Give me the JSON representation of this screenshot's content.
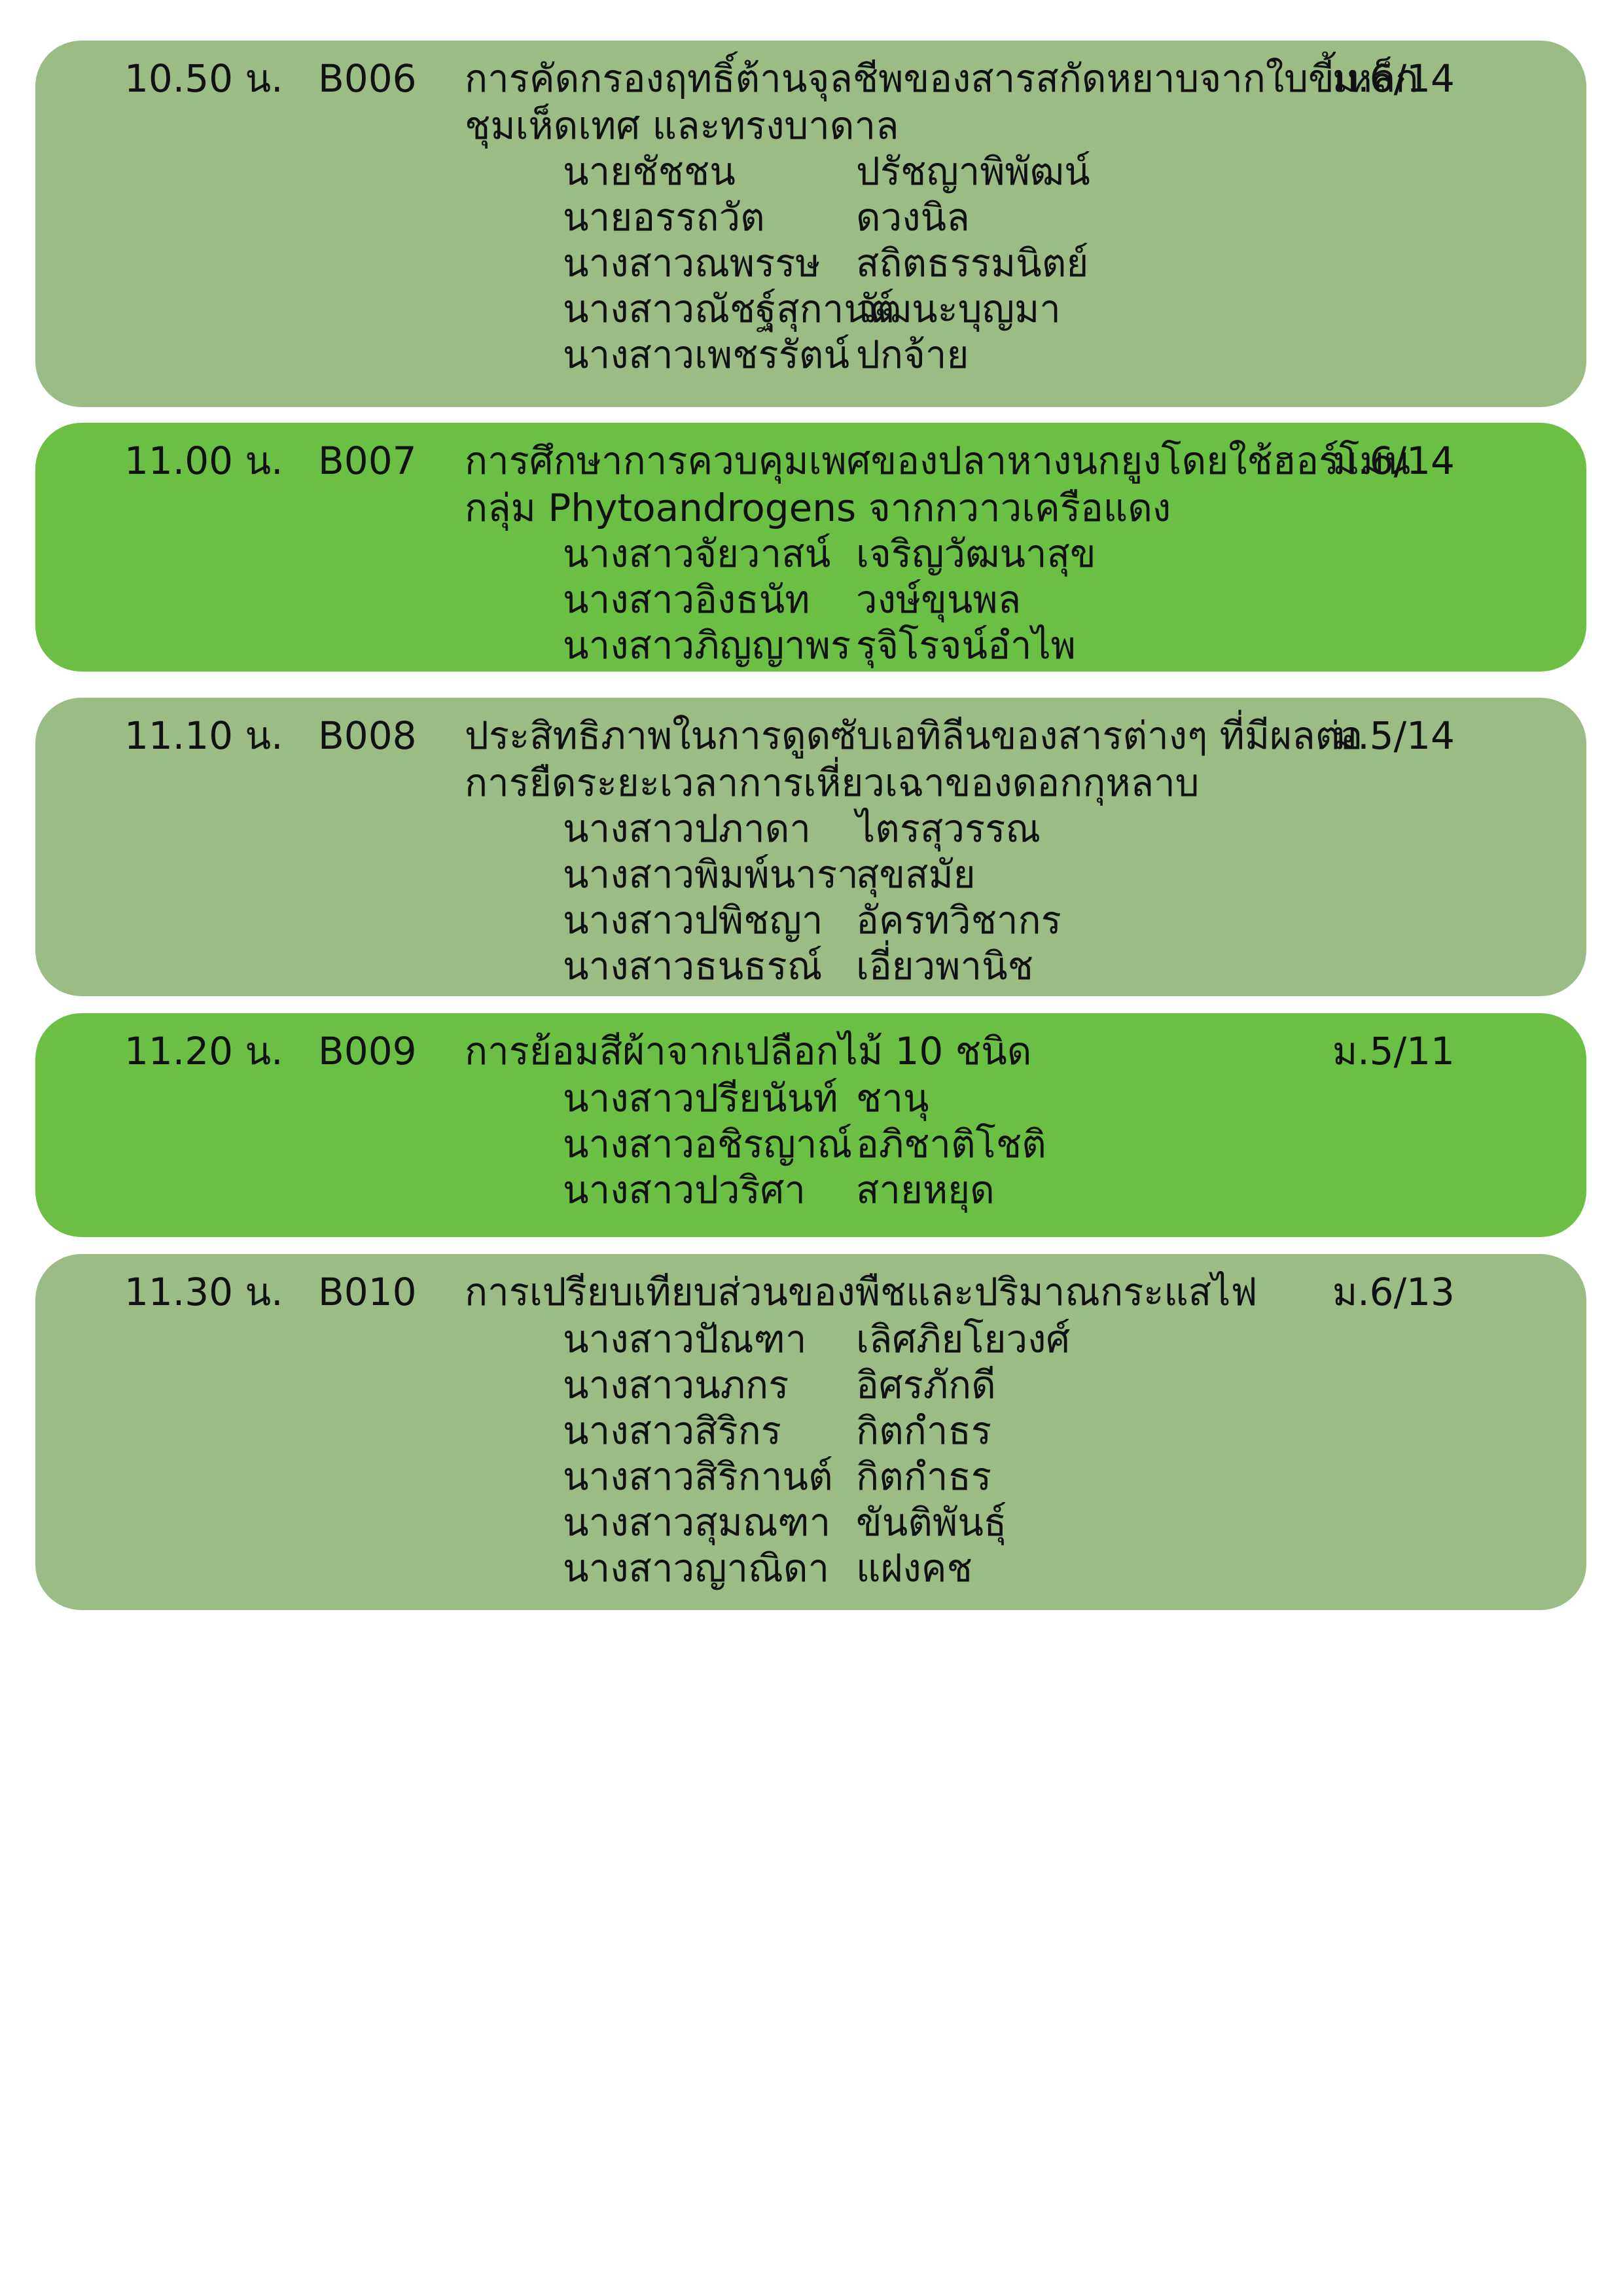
{
  "entries": [
    {
      "time": "10.50 น.",
      "code": "B006",
      "title_lines": [
        "การคัดกรองฤทธิ์ต้านจุลชีพของสารสกัดหยาบจากใบขี้เหล็ก",
        "ชุมเห็ดเทศ และทรงบาดาล"
      ],
      "class": "ม.6/14",
      "members": [
        {
          "first": "นายชัชชน",
          "last": "ปรัชญาพิพัฒน์"
        },
        {
          "first": "นายอรรถวัต",
          "last": "ดวงนิล"
        },
        {
          "first": "นางสาวณพรรษ",
          "last": "สถิตธรรมนิตย์"
        },
        {
          "first": "นางสาวณัชฐ์สุกานต์",
          "last": "วัฒนะบุญมา"
        },
        {
          "first": "นางสาวเพชรรัตน์",
          "last": "ปกจ้าย"
        }
      ]
    },
    {
      "time": "11.00 น.",
      "code": "B007",
      "title_lines": [
        "การศึกษาการควบคุมเพศของปลาหางนกยูงโดยใช้ฮอร์โมน",
        "กลุ่ม Phytoandrogens จากกวาวเครือแดง"
      ],
      "class": "ม.6/14",
      "members": [
        {
          "first": "นางสาวจัยวาสน์",
          "last": "เจริญวัฒนาสุข"
        },
        {
          "first": "นางสาวอิงธนัท",
          "last": "วงษ์ขุนพล"
        },
        {
          "first": "นางสาวภิญญาพร",
          "last": "รุจิโรจน์อำไพ"
        }
      ]
    },
    {
      "time": "11.10 น.",
      "code": "B008",
      "title_lines": [
        "ประสิทธิภาพในการดูดซับเอทิลีนของสารต่างๆ ที่มีผลต่อ",
        "การยืดระยะเวลาการเหี่ยวเฉาของดอกกุหลาบ"
      ],
      "class": "ม.5/14",
      "members": [
        {
          "first": "นางสาวปภาดา",
          "last": "ไตรสุวรรณ"
        },
        {
          "first": "นางสาวพิมพ์นารา",
          "last": "สุขสมัย"
        },
        {
          "first": "นางสาวปพิชญา",
          "last": "อัครทวิชากร"
        },
        {
          "first": "นางสาวธนธรณ์",
          "last": "เอี่ยวพานิช"
        }
      ]
    },
    {
      "time": "11.20 น.",
      "code": "B009",
      "title_lines": [
        "การย้อมสีผ้าจากเปลือกไม้ 10 ชนิด"
      ],
      "class": "ม.5/11",
      "members": [
        {
          "first": "นางสาวปรียนันท์",
          "last": "ชานุ"
        },
        {
          "first": "นางสาวอชิรญาณ์",
          "last": "อภิชาติโชติ"
        },
        {
          "first": "นางสาวปวริศา",
          "last": "สายหยุด"
        }
      ]
    },
    {
      "time": "11.30 น.",
      "code": "B010",
      "title_lines": [
        "การเปรียบเทียบส่วนของพืชและปริมาณกระแสไฟ"
      ],
      "class": "ม.6/13",
      "members": [
        {
          "first": "นางสาวปัณฑา",
          "last": "เลิศภิยโยวงศ์"
        },
        {
          "first": "นางสาวนภกร",
          "last": "อิศรภักดี"
        },
        {
          "first": "นางสาวสิริกร",
          "last": "กิตกำธร"
        },
        {
          "first": "นางสาวสิริกานต์",
          "last": "กิตกำธร"
        },
        {
          "first": "นางสาวสุมณฑา",
          "last": "ขันติพันธุ์"
        },
        {
          "first": "นางสาวญาณิดา",
          "last": "แฝงคช"
        }
      ]
    }
  ]
}
